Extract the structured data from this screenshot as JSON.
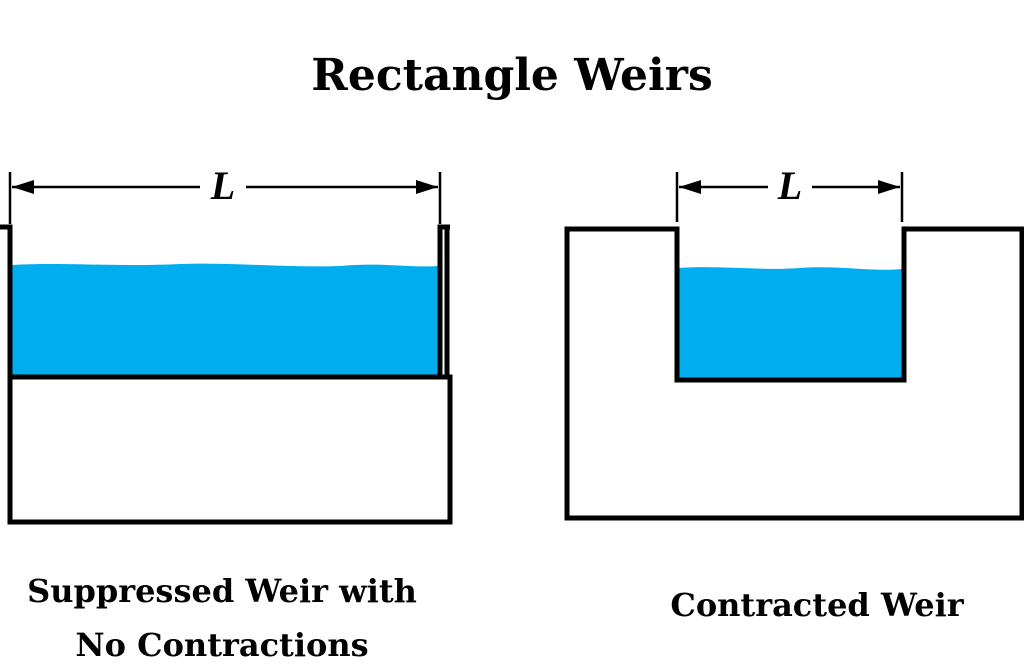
{
  "title": "Rectangle Weirs",
  "colors": {
    "water": "#00AEEF",
    "outline": "#000000",
    "background": "#FFFFFF"
  },
  "weirs": [
    {
      "id": "suppressed",
      "dimension_label": "L",
      "caption_lines": [
        "Suppressed Weir with",
        "No Contractions"
      ]
    },
    {
      "id": "contracted",
      "dimension_label": "L",
      "caption_lines": [
        "Contracted Weir"
      ]
    }
  ]
}
